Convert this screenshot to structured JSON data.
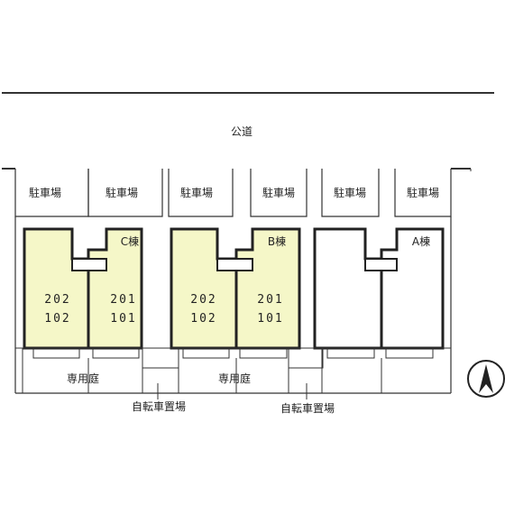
{
  "road": {
    "label": "公道"
  },
  "parking": [
    {
      "label": "駐車場"
    },
    {
      "label": "駐車場"
    },
    {
      "label": "駐車場"
    },
    {
      "label": "駐車場"
    },
    {
      "label": "駐車場"
    },
    {
      "label": "駐車場"
    }
  ],
  "buildings": [
    {
      "name": "C棟",
      "highlighted": true,
      "units": [
        [
          "202",
          "102"
        ],
        [
          "201",
          "101"
        ]
      ]
    },
    {
      "name": "B棟",
      "highlighted": true,
      "units": [
        [
          "202",
          "102"
        ],
        [
          "201",
          "101"
        ]
      ]
    },
    {
      "name": "A棟",
      "highlighted": false,
      "units": [
        [],
        []
      ]
    }
  ],
  "gardens": [
    {
      "label": "専用庭"
    },
    {
      "label": "専用庭"
    }
  ],
  "bicycle_parking": [
    {
      "label": "自転車置場"
    },
    {
      "label": "自転車置場"
    }
  ],
  "colors": {
    "highlight_fill": "#f5f7c8",
    "line": "#333333"
  },
  "compass": {
    "icon": "north-arrow-icon"
  }
}
